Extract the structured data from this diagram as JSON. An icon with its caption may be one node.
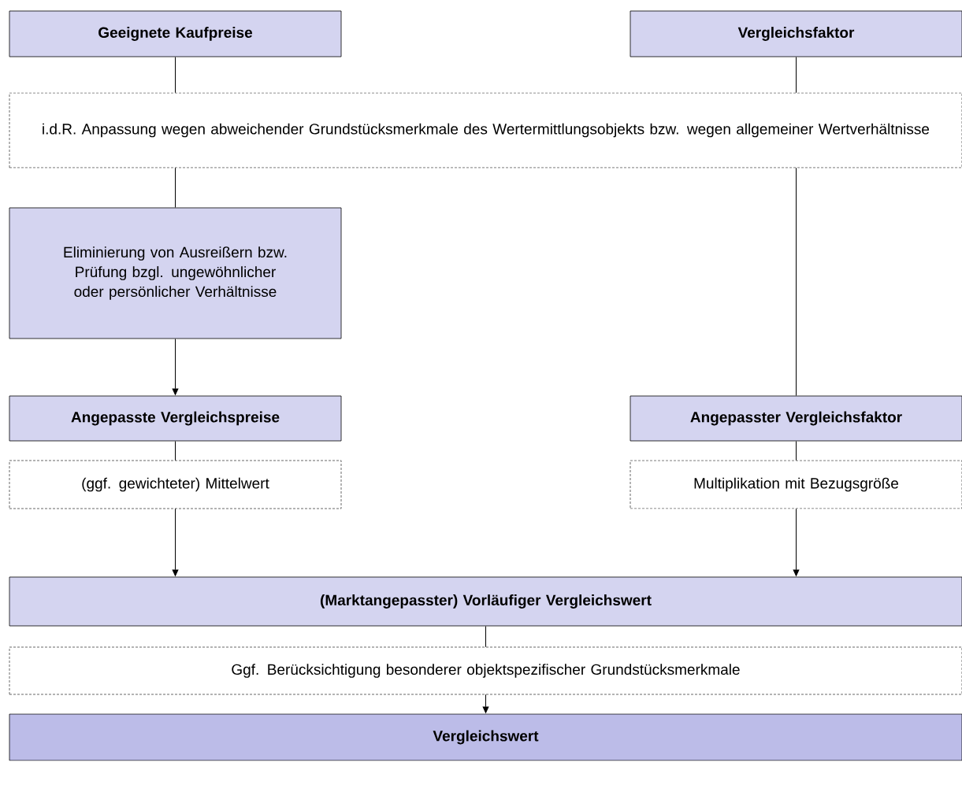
{
  "diagram": {
    "nodes": [
      {
        "text": [
          "Geeignete Kaufpreise"
        ]
      },
      {
        "text": [
          "Vergleichsfaktor"
        ]
      },
      {
        "text": [
          "i.d.R. Anpassung wegen abweichender Grundstücksmerkmale des Wertermittlungsobjekts bzw. wegen allgemeiner Wertverhältnisse"
        ]
      },
      {
        "text": [
          "Eliminierung von Ausreißern bzw. Prüfung bzgl. ungewöhnlicher oder persönlicher Verhältnisse"
        ]
      },
      {
        "text": [
          "Angepasste Vergleichspreise"
        ]
      },
      {
        "text": [
          "(ggf. gewichteter) Mittelwert"
        ]
      },
      {
        "text": [
          "Angepasster Vergleichsfaktor"
        ]
      },
      {
        "text": [
          "Multiplikation mit Bezugsgröße"
        ]
      },
      {
        "text": [
          "(Marktangepasster) Vorläufiger Vergleichswert"
        ]
      },
      {
        "text": [
          "Ggf. Berücksichtigung besonderer objektspezifischer Grundstücksmerkmale"
        ]
      },
      {
        "text": [
          "Vergleichswert"
        ]
      }
    ],
    "edges": [
      {
        "from": 0,
        "to": 2,
        "arrow": "none"
      },
      {
        "from": 1,
        "to": 2,
        "arrow": "none"
      },
      {
        "from": 2,
        "to": 3,
        "arrow": "none"
      },
      {
        "from": 2,
        "to": 6,
        "arrow": "none"
      },
      {
        "from": 3,
        "to": 4,
        "arrow": "to"
      },
      {
        "from": 4,
        "to": 5,
        "arrow": "none"
      },
      {
        "from": 6,
        "to": 7,
        "arrow": "none"
      },
      {
        "from": 5,
        "to": 8,
        "arrow": "to"
      },
      {
        "from": 7,
        "to": 8,
        "arrow": "to"
      },
      {
        "from": 8,
        "to": 9,
        "arrow": "none"
      },
      {
        "from": 9,
        "to": 10,
        "arrow": "to"
      }
    ]
  }
}
